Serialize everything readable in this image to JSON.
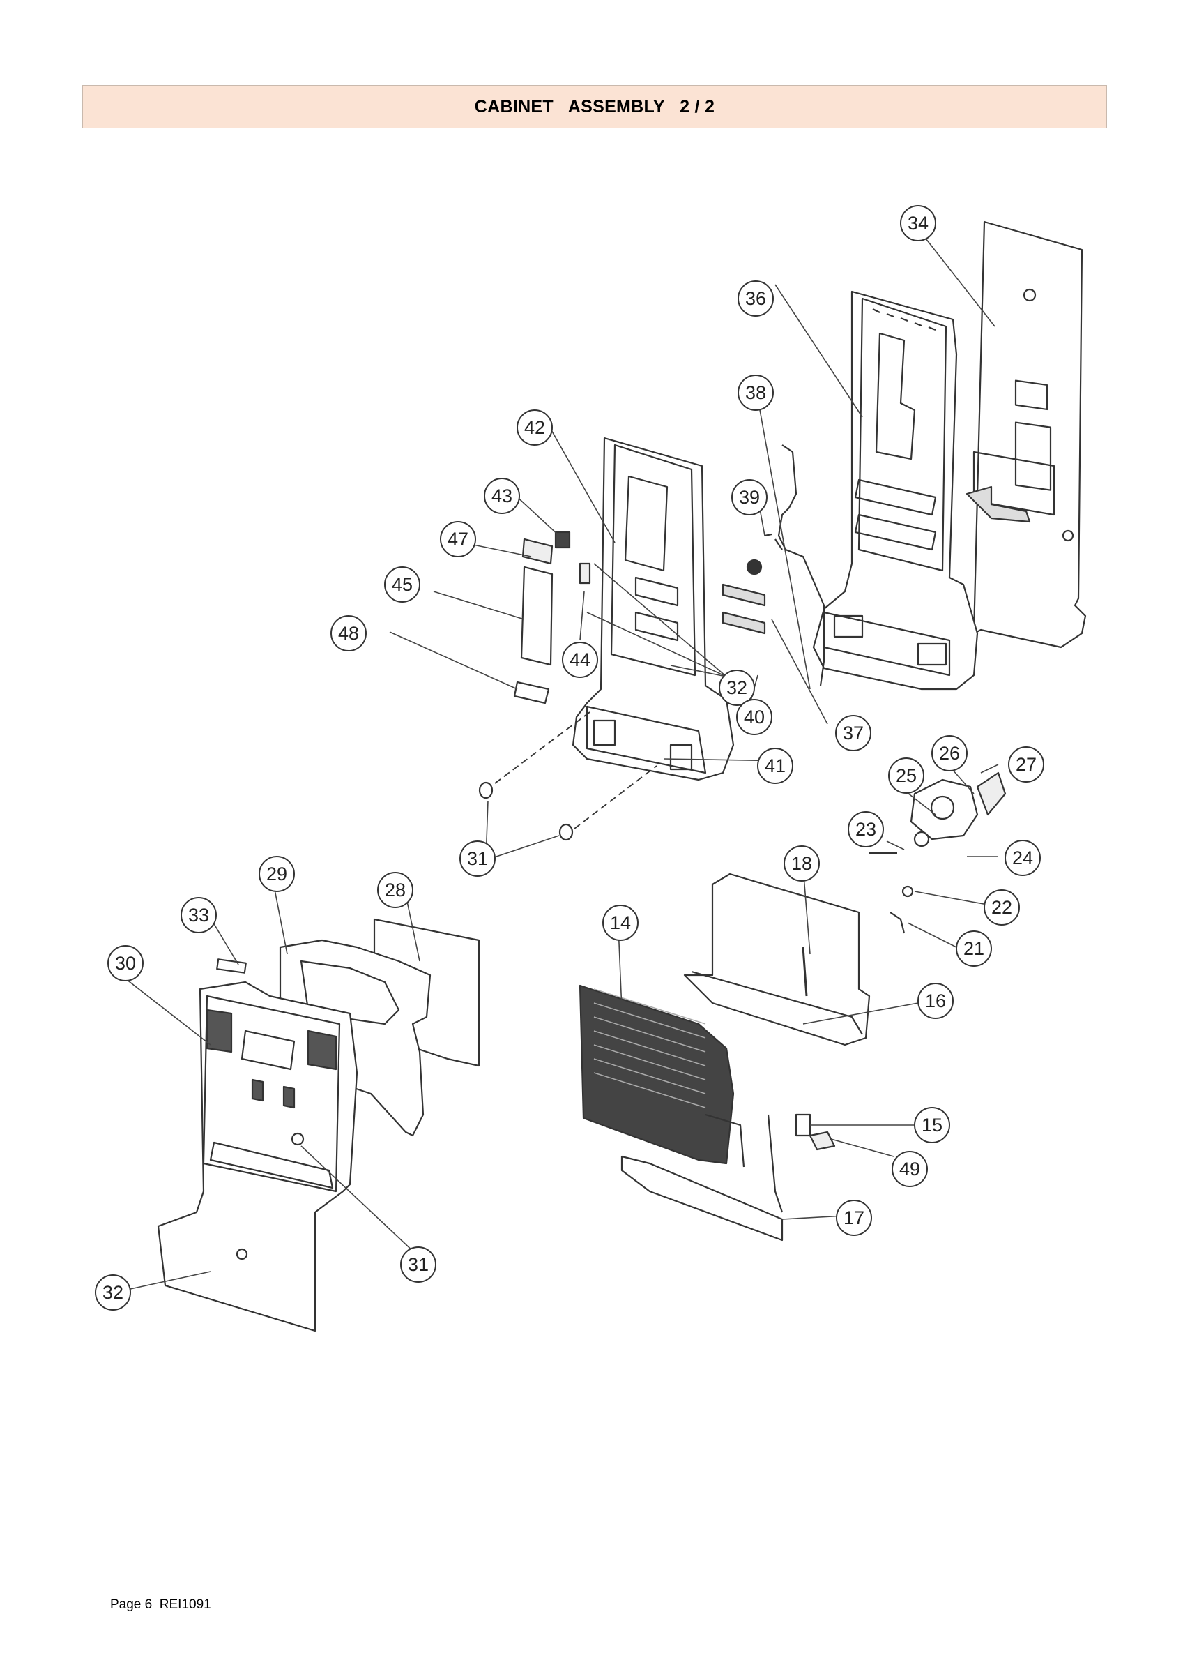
{
  "header": {
    "title": "CABINET   ASSEMBLY   2 / 2"
  },
  "footer": {
    "text": "Page 6  REI1091"
  },
  "diagram": {
    "callouts": [
      "34",
      "36",
      "38",
      "42",
      "39",
      "43",
      "47",
      "45",
      "48",
      "44",
      "32",
      "40",
      "37",
      "41",
      "26",
      "27",
      "25",
      "23",
      "24",
      "31",
      "18",
      "22",
      "29",
      "28",
      "33",
      "14",
      "21",
      "30",
      "16",
      "15",
      "49",
      "17",
      "31",
      "32"
    ]
  }
}
